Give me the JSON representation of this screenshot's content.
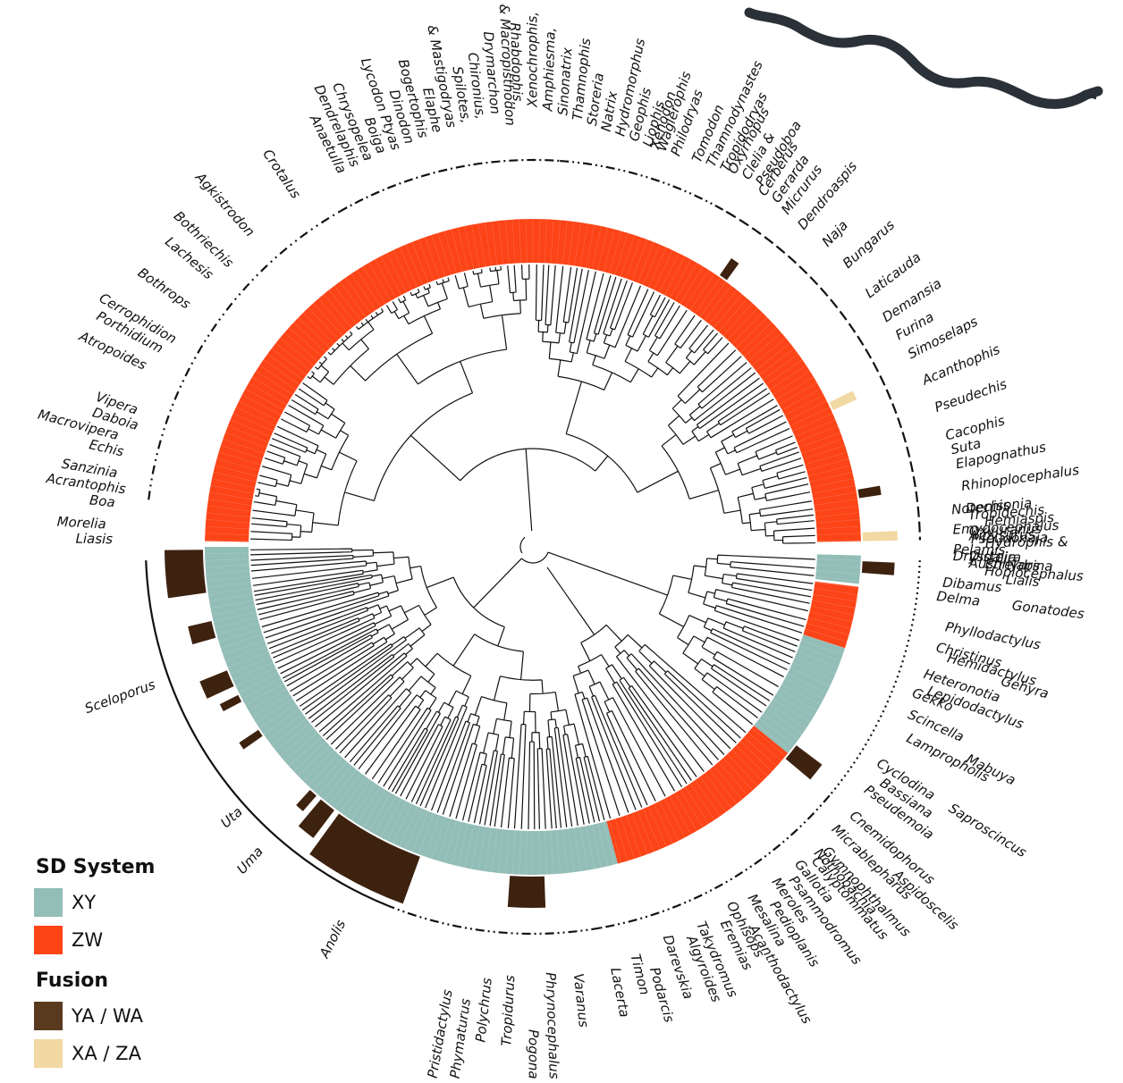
{
  "legend": {
    "sd_title": "SD System",
    "sd_items": [
      {
        "label": "XY",
        "color": "#93bdb7"
      },
      {
        "label": "ZW",
        "color": "#fc4417"
      }
    ],
    "fusion_title": "Fusion",
    "fusion_items": [
      {
        "label": "YA / WA",
        "color": "#5a3a1f"
      },
      {
        "label": "XA / ZA",
        "color": "#f2d8a2"
      }
    ]
  },
  "colors": {
    "XY": "#93bdb7",
    "ZW": "#fc4417",
    "fusion_YA_WA": "#3d220f",
    "fusion_XA_ZA": "#f2d8a2",
    "branch": "#111111",
    "silhouette": "#2b3138"
  },
  "icons": {
    "top_right": "snake-silhouette-icon"
  },
  "genera": [
    "Dibamus",
    "Lialis",
    "Delma",
    "Gonatodes",
    "Phyllodactylus",
    "Christinus",
    "Hemidactylus",
    "Gehyra",
    "Heteronotia",
    "Lepidodactylus",
    "Gekko",
    "Scincella",
    "Mabuya",
    "Lampropholis",
    "Saproscincus",
    "Cyclodina",
    "Bassiana",
    "Pseudemoia",
    "Cnemidophorus",
    "Aspidoscelis",
    "Micrablepharus",
    "Gymnophthalmus",
    "Nothobachia",
    "Calyptommatus",
    "Gallotia",
    "Psammodromus",
    "Meroles",
    "Pedioplanis",
    "Mesalina",
    "Acanthodactylus",
    "Ophisops",
    "Eremias",
    "Takydromus",
    "Algyroides",
    "Darevskia",
    "Podarcis",
    "Timon",
    "Lacerta",
    "Varanus",
    "Phrynocephalus",
    "Pogona",
    "Tropidurus",
    "Polychrus",
    "Phymaturus",
    "Pristidactylus",
    "Anolis",
    "Uma",
    "Uta",
    "Sceloporus",
    "Liasis",
    "Morelia",
    "Boa",
    "Acrantophis",
    "Sanzinia",
    "Echis",
    "Macrovipera",
    "Daboia",
    "Vipera",
    "Atropoides",
    "Porthidium",
    "Cerrophidion",
    "Bothrops",
    "Lachesis",
    "Bothriechis",
    "Agkistrodon",
    "Crotalus",
    "Anaetulla",
    "Dendrelaphis",
    "Chrysopelea",
    "Boiga",
    "Lycodon Ptyas",
    "Dinodon",
    "Bogertophis",
    "Elaphe",
    "& Mastigodryas",
    "Spilotes,",
    "Chironius,",
    "Drymarchon",
    "& Macropisthodon",
    "Rhabdophis,",
    "Xenochrophis,",
    "Amphiesma,",
    "Sinonatrix",
    "Thamnophis",
    "Storeria",
    "Natrix",
    "Hydromorphus",
    "Geophis",
    "Liophis",
    "Xenodon",
    "Waglerophis",
    "Philodryas",
    "Tomodon",
    "Thamnodynastes",
    "Tropidodryas",
    "Oxyrhopus",
    "Clelia &",
    "Pseudoboa",
    "Cerberus",
    "Gerarda",
    "Micrurus",
    "Dendroaspis",
    "Naja",
    "Bungarus",
    "Laticauda",
    "Demansia",
    "Furina",
    "Simoselaps",
    "Acanthophis",
    "Pseudechis",
    "Cacophis",
    "Suta",
    "Elapognathus",
    "Rhinoplocephalus",
    "Denisonia",
    "Oxyuranus",
    "Pseudonaja",
    "Drysdalia",
    "Austrelaps",
    "Hoplocephalus",
    "Notechis",
    "Tropidechis",
    "Hemiaspis",
    "Emydocephalus",
    "Aipysurus",
    "Hydrophis &",
    "Pelamis",
    "Disteira",
    "Enhydrina"
  ]
}
